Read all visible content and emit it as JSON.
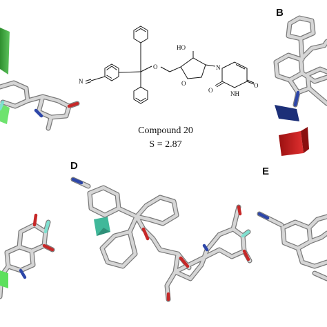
{
  "panels": {
    "b": "B",
    "d": "D",
    "e": "E"
  },
  "caption": {
    "compound": "Compound 20",
    "score": "S = 2.87"
  },
  "atoms": {
    "n_nitrile": "N",
    "o_ether": "O",
    "ho": "HO",
    "o_ring": "O",
    "n_base": "N",
    "o_base_top": "O",
    "o_base_bottom": "O",
    "nh": "NH"
  },
  "colors": {
    "stick_light": "#d4d4d4",
    "stick_outline": "#7a7a7a",
    "oxygen": "#c62828",
    "nitrogen": "#2d46a8",
    "fluorine": "#7fe0d0",
    "feature_green": "#3cb43c",
    "feature_teal": "#40b89a",
    "feature_navy": "#1c2f78",
    "feature_red": "#c81e1e"
  }
}
